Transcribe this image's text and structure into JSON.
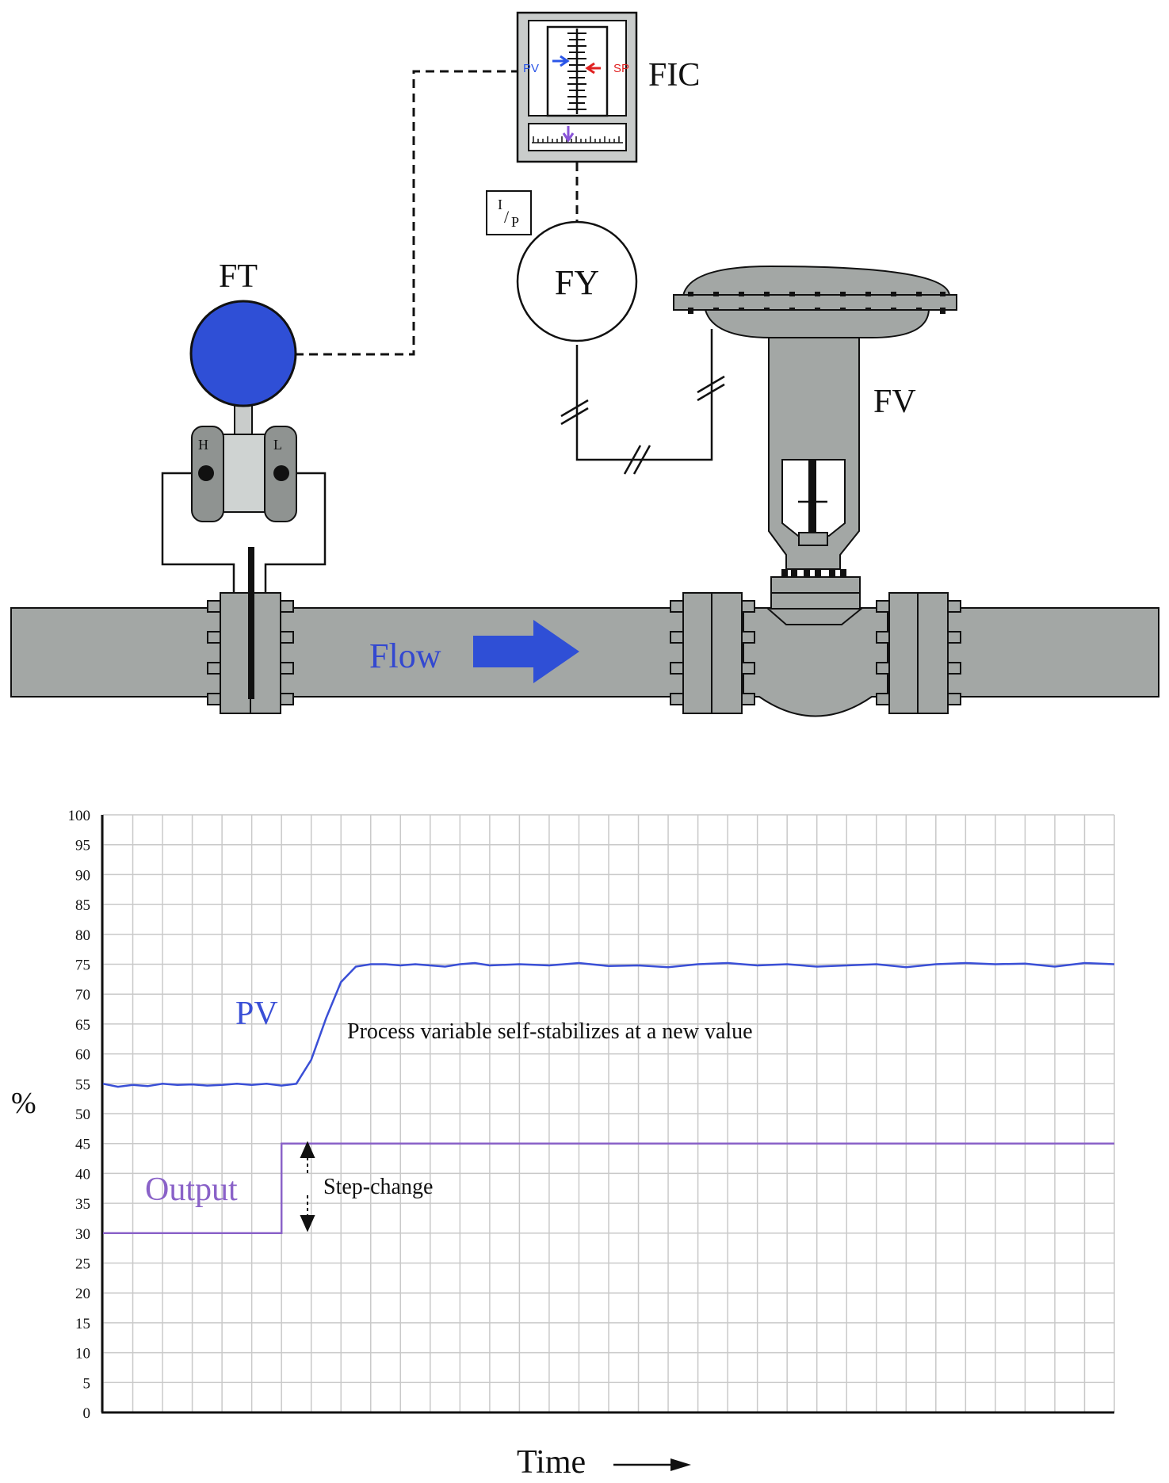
{
  "diagram": {
    "tags": {
      "transmitter": "FT",
      "controller": "FIC",
      "transducer": "FY",
      "valve": "FV"
    },
    "transducer_type": {
      "numerator": "I",
      "denominator": "P"
    },
    "transmitter_ports": {
      "high": "H",
      "low": "L"
    },
    "controller_faceplate": {
      "pv": "PV",
      "sp": "SP"
    },
    "flow_label": "Flow",
    "colors": {
      "pipe": "#a3a7a5",
      "transmitter_head": "#2f4fd6",
      "flow_text": "#3348d0",
      "pv_arrow": "#2a55e8",
      "sp_arrow": "#e02020",
      "output_arrow": "#8a55d8"
    }
  },
  "chart_data": {
    "type": "line",
    "xlabel": "Time",
    "ylabel": "%",
    "ylim": [
      0,
      100
    ],
    "yticks": [
      0,
      5,
      10,
      15,
      20,
      25,
      30,
      35,
      40,
      45,
      50,
      55,
      60,
      65,
      70,
      75,
      80,
      85,
      90,
      95,
      100
    ],
    "grid": true,
    "x_unit": "grid divisions",
    "xlim": [
      0,
      34
    ],
    "series": [
      {
        "name": "PV",
        "color": "#3a4fd6",
        "x": [
          0,
          0.5,
          1,
          1.5,
          2,
          2.5,
          3,
          3.5,
          4,
          4.5,
          5,
          5.5,
          6,
          6.5,
          7,
          7.5,
          8,
          8.5,
          9,
          9.5,
          10,
          10.5,
          11,
          11.5,
          12,
          12.5,
          13,
          14,
          15,
          16,
          17,
          18,
          19,
          20,
          21,
          22,
          23,
          24,
          25,
          26,
          27,
          28,
          29,
          30,
          31,
          32,
          33,
          34
        ],
        "values": [
          55,
          54.5,
          54.8,
          54.6,
          55,
          54.8,
          54.9,
          54.7,
          54.8,
          55,
          54.8,
          55,
          54.7,
          55,
          59,
          66,
          72,
          74.6,
          75,
          75,
          74.8,
          75,
          74.8,
          74.6,
          75,
          75.2,
          74.8,
          75,
          74.8,
          75.2,
          74.7,
          74.8,
          74.5,
          75,
          75.2,
          74.8,
          75,
          74.6,
          74.8,
          75,
          74.5,
          75,
          75.2,
          75,
          75.1,
          74.6,
          75.2,
          75
        ]
      },
      {
        "name": "Output",
        "color": "#8a62c8",
        "x": [
          0,
          6,
          6,
          34
        ],
        "values": [
          30,
          30,
          45,
          45
        ]
      }
    ],
    "annotations": {
      "pv_note": "Process variable self-stabilizes at a new value",
      "step_note": "Step-change"
    }
  }
}
